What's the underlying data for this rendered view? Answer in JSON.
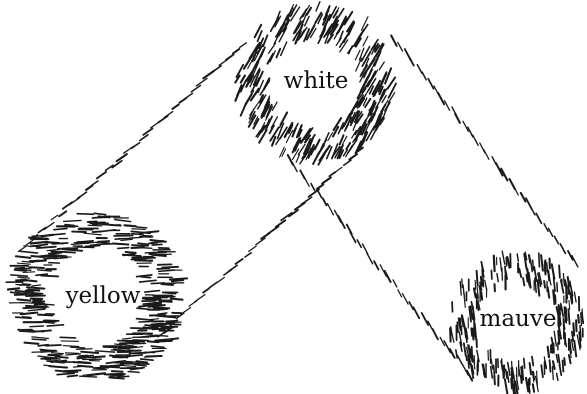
{
  "diagram": {
    "nodes": [
      {
        "id": "white",
        "label": "white"
      },
      {
        "id": "yellow",
        "label": "yellow"
      },
      {
        "id": "mauve",
        "label": "mauve"
      }
    ],
    "edges": [
      {
        "from": "white",
        "to": "yellow"
      },
      {
        "from": "white",
        "to": "mauve"
      }
    ],
    "ink_color": "#1a1a1a"
  }
}
